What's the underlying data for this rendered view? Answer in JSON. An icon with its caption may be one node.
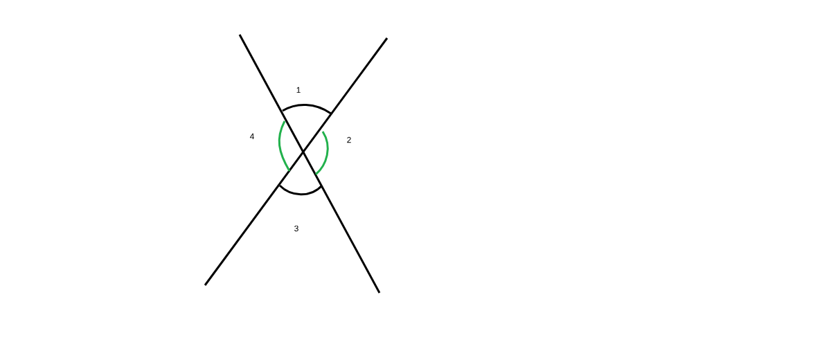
{
  "diagram": {
    "labels": [
      "1",
      "4",
      "2",
      "3"
    ]
  }
}
